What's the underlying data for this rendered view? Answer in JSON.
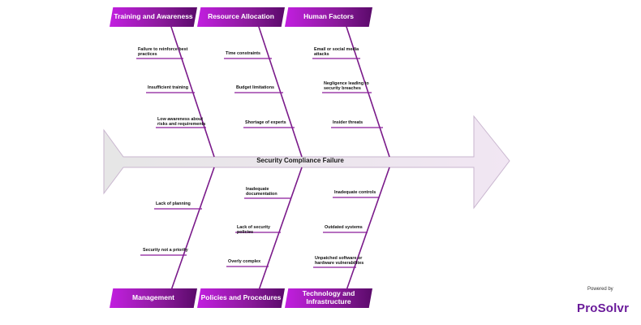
{
  "diagram": {
    "problem": "Security Compliance Failure",
    "categories": {
      "training": {
        "label": "Training and Awareness",
        "causes": [
          "Failure to reinforce best practices",
          "Insufficient training",
          "Low awareness about risks and requirements"
        ]
      },
      "resources": {
        "label": "Resource Allocation",
        "causes": [
          "Time constraints",
          "Budget limitations",
          "Shortage of experts"
        ]
      },
      "human": {
        "label": "Human Factors",
        "causes": [
          "Email or social media attacks",
          "Negligence leading to security breaches",
          "Insider threats"
        ]
      },
      "management": {
        "label": "Management",
        "causes": [
          "Lack of planning",
          "Security not a priority"
        ]
      },
      "policies": {
        "label": "Policies and Procedures",
        "causes": [
          "Inadequate documentation",
          "Lack of security policies",
          "Overly complex"
        ]
      },
      "technology": {
        "label": "Technology and Infrastructure",
        "causes": [
          "Inadequate controls",
          "Outdated systems",
          "Unpatched software or hardware vulnerabilites"
        ]
      }
    }
  },
  "branding": {
    "powered_by": "Powered by",
    "name": "ProSolvr"
  },
  "colors": {
    "accent": "#8a1a9a",
    "accent_light": "#c21fe0",
    "arrow_fill": "#eeeaf0"
  }
}
